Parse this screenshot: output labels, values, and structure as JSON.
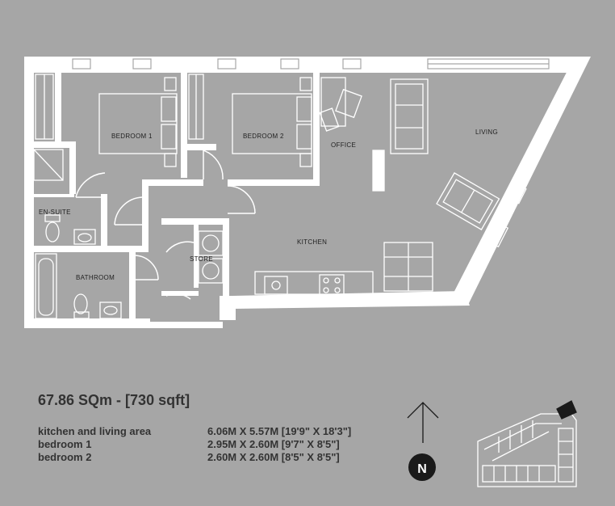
{
  "rooms": {
    "bedroom1": "BEDROOM 1",
    "bedroom2": "BEDROOM 2",
    "office": "OFFICE",
    "living": "LIVING",
    "ensuite": "EN-SUITE",
    "kitchen": "KITCHEN",
    "store": "STORE",
    "bathroom": "BATHROOM"
  },
  "summary": {
    "area": "67.86 SQm - [730 sqft]"
  },
  "dimensions": [
    {
      "room": "kitchen and living area",
      "size": "6.06M X 5.57M [19'9\" X 18'3\"]"
    },
    {
      "room": "bedroom 1",
      "size": "2.95M X 2.60M [9'7\" X 8'5\"]"
    },
    {
      "room": "bedroom 2",
      "size": "2.60M X 2.60M [8'5\" X 8'5\"]"
    }
  ],
  "compass": {
    "label": "N"
  },
  "colors": {
    "background": "#a6a6a6",
    "wall": "#ffffff",
    "text": "#333333",
    "compass": "#1a1a1a"
  }
}
